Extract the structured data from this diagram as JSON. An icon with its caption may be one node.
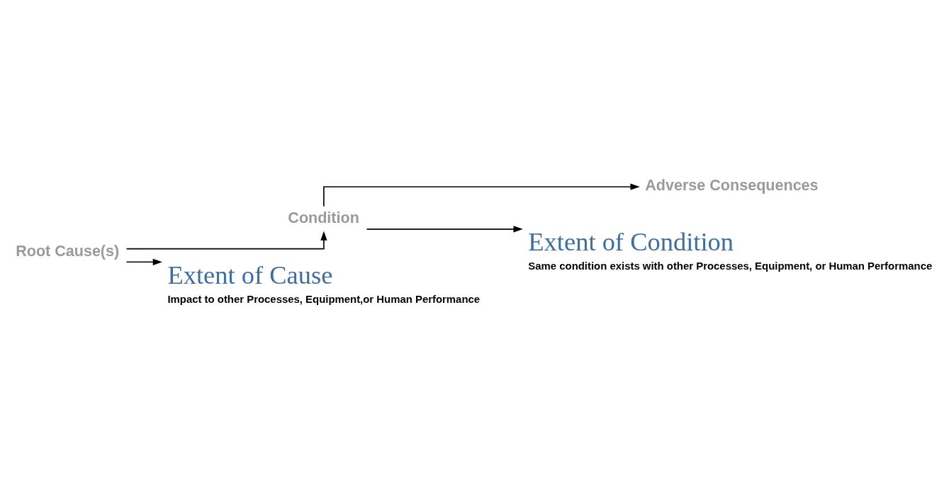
{
  "diagram": {
    "nodes": [
      {
        "text": [
          "Root Cause(s)"
        ]
      },
      {
        "text": [
          "Condition"
        ]
      },
      {
        "text": [
          "Adverse Consequences"
        ]
      },
      {
        "text": [
          "Extent of Condition",
          "Same condition exists with other Processes, Equipment, or Human Performance"
        ]
      },
      {
        "text": [
          "Extent of Cause",
          "Impact to other Processes, Equipment,or Human Performance"
        ]
      }
    ],
    "edges": [
      {
        "from": 0,
        "to": 1,
        "arrow": "to"
      },
      {
        "from": 1,
        "to": 2,
        "arrow": "to"
      },
      {
        "from": 1,
        "to": 3,
        "arrow": "to"
      },
      {
        "from": 0,
        "to": 4,
        "arrow": "to"
      }
    ]
  }
}
